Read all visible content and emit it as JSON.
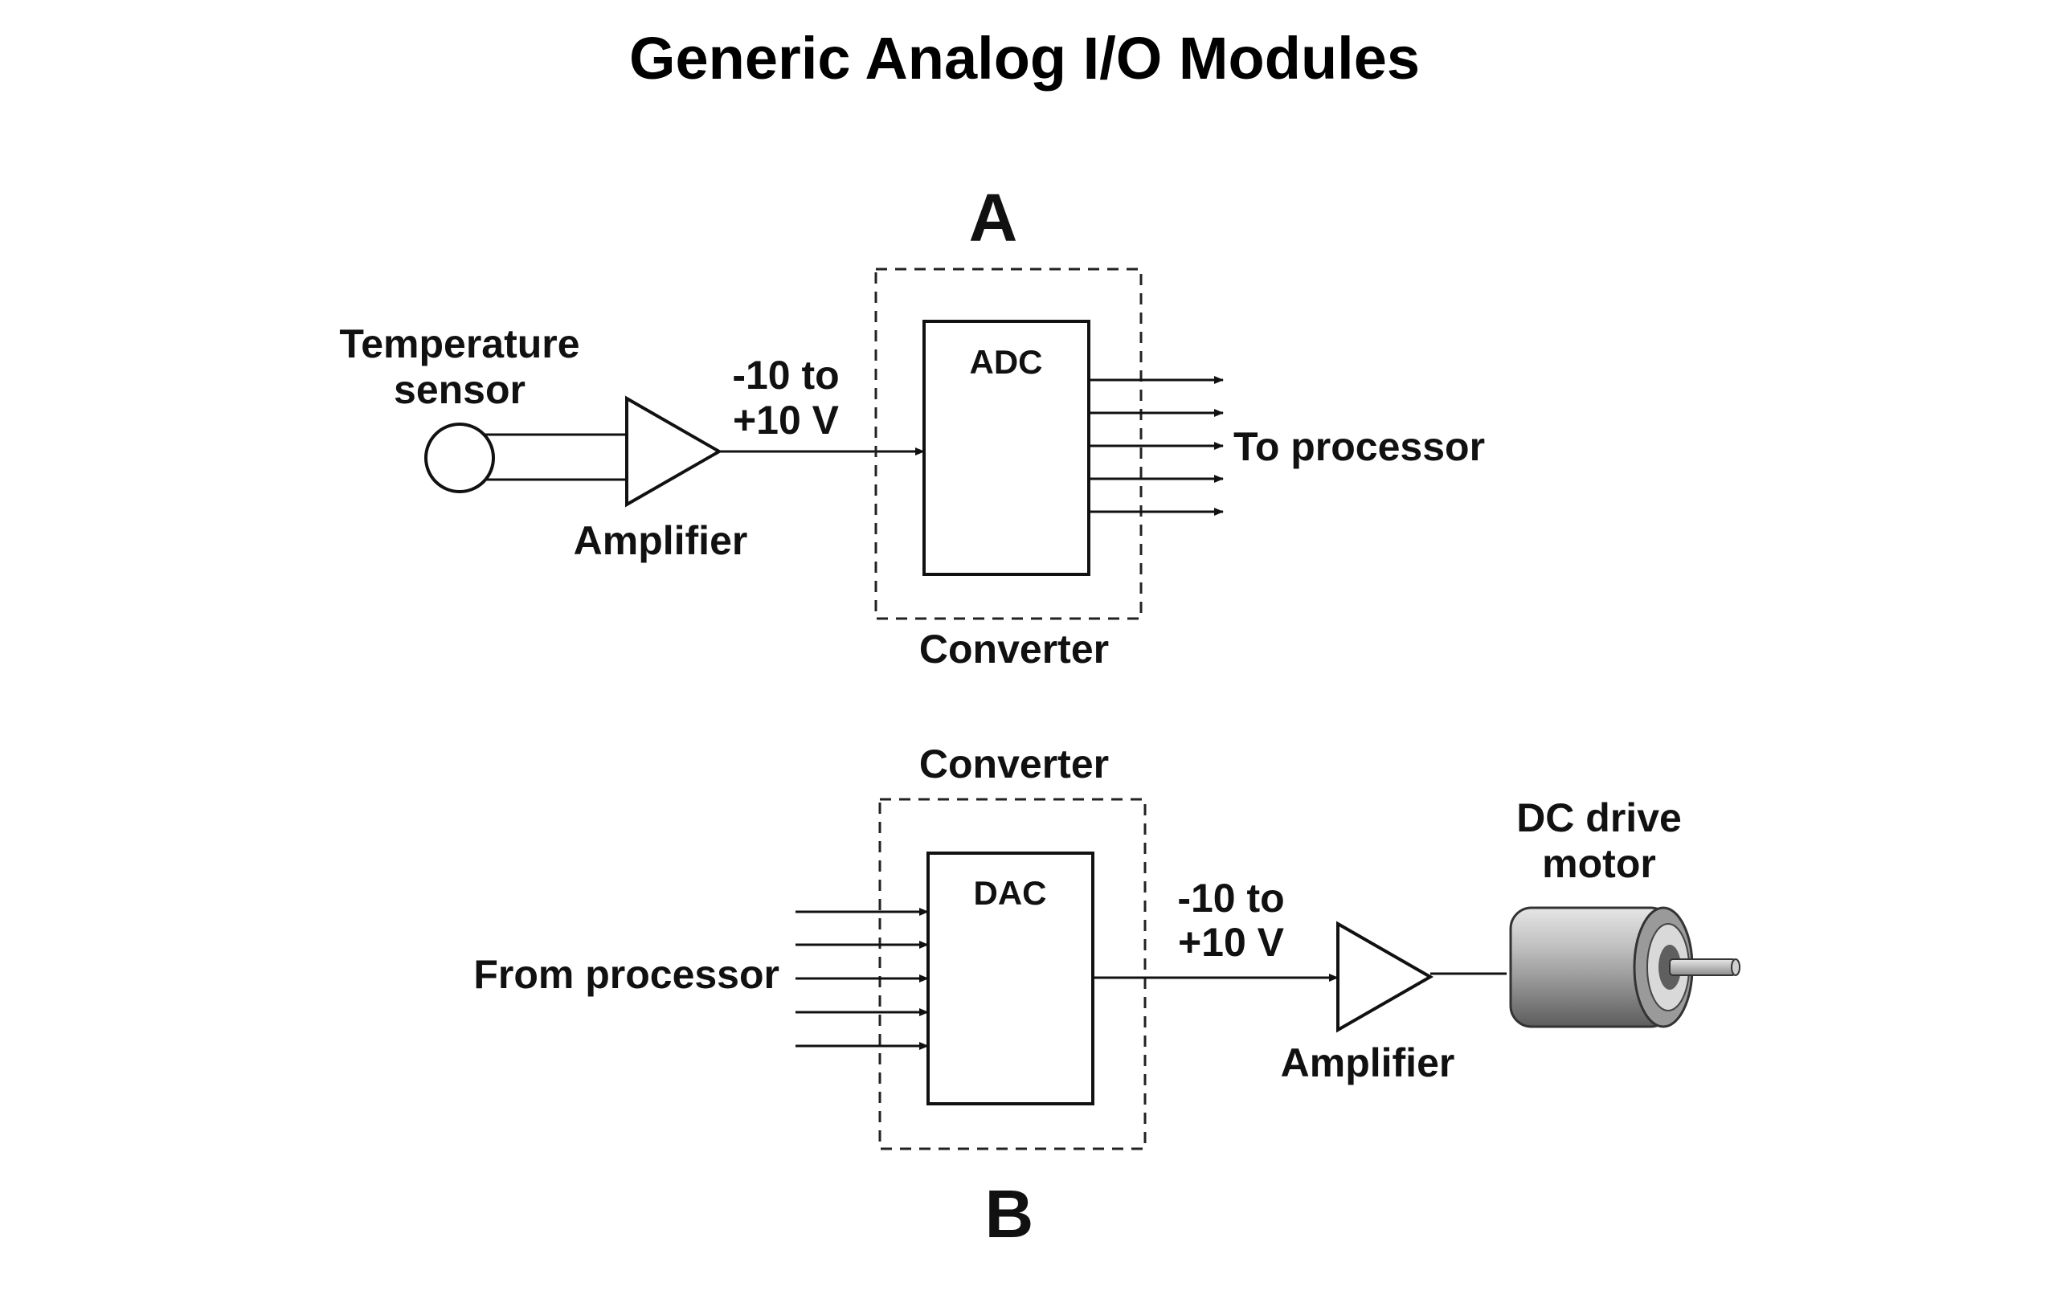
{
  "title": "Generic Analog I/O Modules",
  "section_a": {
    "label": "A",
    "sensor_label_line1": "Temperature",
    "sensor_label_line2": "sensor",
    "amplifier_label": "Amplifier",
    "voltage_line1": "-10 to",
    "voltage_line2": "+10 V",
    "converter_block": "ADC",
    "converter_label": "Converter",
    "output_label": "To processor"
  },
  "section_b": {
    "label": "B",
    "converter_label": "Converter",
    "converter_block": "DAC",
    "input_label": "From processor",
    "voltage_line1": "-10 to",
    "voltage_line2": "+10 V",
    "amplifier_label": "Amplifier",
    "motor_label_line1": "DC drive",
    "motor_label_line2": "motor"
  }
}
